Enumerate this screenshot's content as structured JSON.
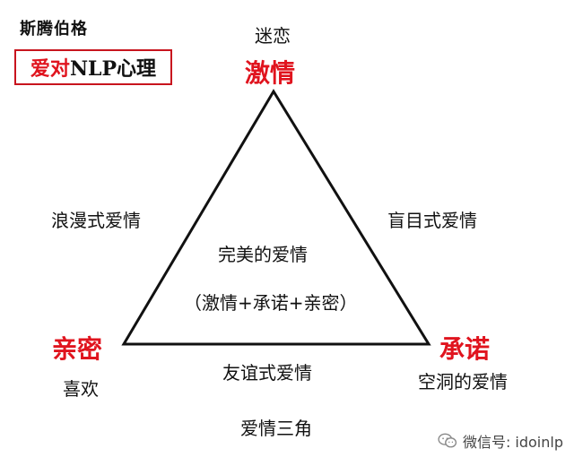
{
  "header": {
    "author": "斯腾伯格",
    "brand_part1": "爱对",
    "brand_part2": "NLP心理"
  },
  "diagram": {
    "top_sub": "迷恋",
    "top_vertex": "激情",
    "left_side": "浪漫式爱情",
    "right_side": "盲目式爱情",
    "center_title": "完美的爱情",
    "center_formula": "（激情+承诺+亲密）",
    "left_vertex": "亲密",
    "left_sub": "喜欢",
    "right_vertex": "承诺",
    "right_sub": "空洞的爱情",
    "bottom_side": "友谊式爱情",
    "title": "爱情三角"
  },
  "footer": {
    "wechat_text": "微信号: idoinlp",
    "icon": "wechat-icon"
  }
}
